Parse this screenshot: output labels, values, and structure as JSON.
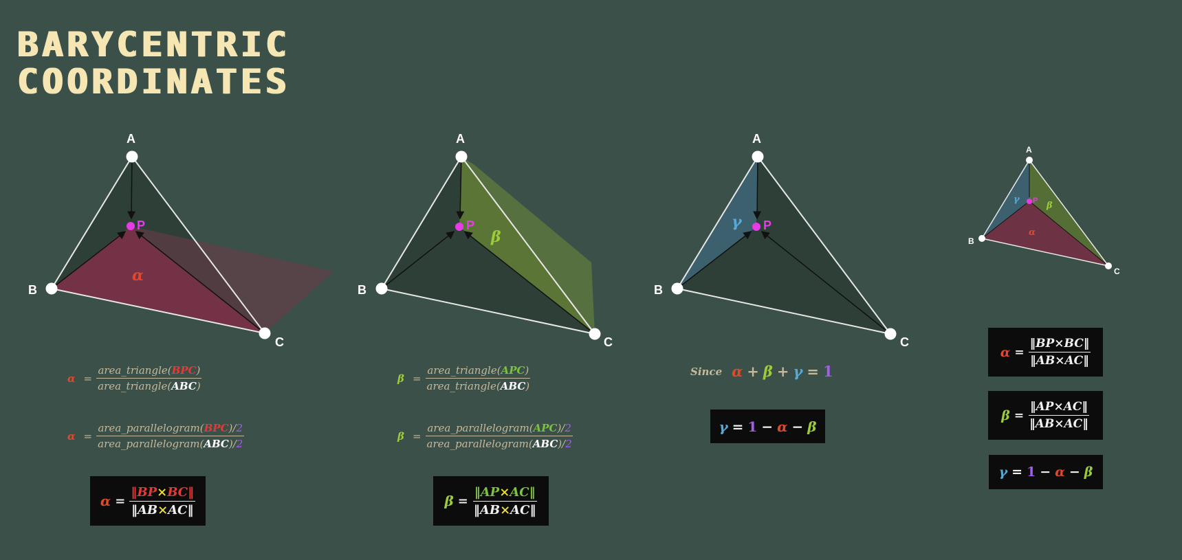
{
  "title": {
    "line1": "BARYCENTRIC",
    "line2": "COORDINATES"
  },
  "colors": {
    "background": "#3a5048",
    "alpha": "#e04a2c",
    "beta": "#9ccc3a",
    "gamma": "#58a9d8",
    "one": "#a45ee8",
    "cross": "#f0e030",
    "point_p": "#e63ce6",
    "title": "#f5e6b4"
  },
  "vertices": {
    "a": "A",
    "b": "B",
    "c": "C",
    "p": "P"
  },
  "greek": {
    "alpha": "α",
    "beta": "β",
    "gamma": "γ"
  },
  "operators": {
    "eq": "=",
    "plus": "+",
    "minus": "−",
    "one": "1",
    "half": "2",
    "slash": "/",
    "cross": "×"
  },
  "panel1": {
    "area_triangle_prefix": "area_triangle(",
    "area_parallelogram_prefix": "area_parallelogram(",
    "close": ")",
    "highlight": "BPC",
    "abc": "ABC",
    "box": {
      "num_left": "‖BP",
      "num_right": "BC‖",
      "den_left": "‖AB",
      "den_right": "AC‖"
    }
  },
  "panel2": {
    "area_triangle_prefix": "area_triangle(",
    "area_parallelogram_prefix": "area_parallelogram(",
    "close": ")",
    "highlight": "APC",
    "abc": "ABC",
    "box": {
      "num_left": "‖AP",
      "num_right": "AC‖",
      "den_left": "‖AB",
      "den_right": "AC‖"
    }
  },
  "panel3": {
    "since": "Since"
  },
  "panel4": {
    "alpha_box": {
      "num": "‖BP×BC‖",
      "den": "‖AB×AC‖"
    },
    "beta_box": {
      "num": "‖AP×AC‖",
      "den": "‖AB×AC‖"
    }
  }
}
